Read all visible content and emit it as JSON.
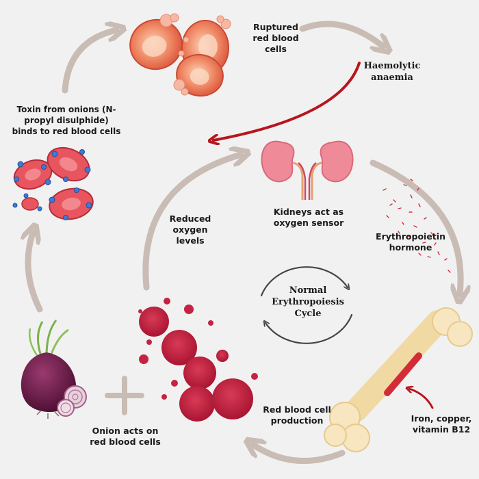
{
  "labels": {
    "ruptured": "Ruptured\nred blood\ncells",
    "haemolytic": "Haemolytic\nanaemia",
    "toxin": "Toxin from onions (N-\npropyl disulphide)\nbinds to red blood cells",
    "kidneys": "Kidneys act as\noxygen sensor",
    "reduced_oxygen": "Reduced\noxygen\nlevels",
    "epo": "Erythropoietin\nhormone",
    "cycle": "Normal\nErythropoiesis\nCycle",
    "rbc_production": "Red blood cell\nproduction",
    "nutrients": "Iron, copper,\nvitamin B12",
    "onion_acts": "Onion acts on\nred blood cells"
  },
  "colors": {
    "background": "#f1f1f1",
    "arrow_grey": "#c9bcb4",
    "arrow_red": "#b8151c",
    "blood_red": "#b5163a",
    "kidney_pink": "#ef8a99",
    "ruptured_orange": "#e8684c",
    "bone": "#f7e6c0",
    "onion_purple": "#6a1846"
  },
  "icons": [
    "ruptured-cells-icon",
    "bound-cells-icon",
    "kidneys-icon",
    "epo-particles-icon",
    "bone-icon",
    "onion-icon",
    "plus-icon",
    "blood-cells-icon",
    "cycle-arrows-icon"
  ]
}
